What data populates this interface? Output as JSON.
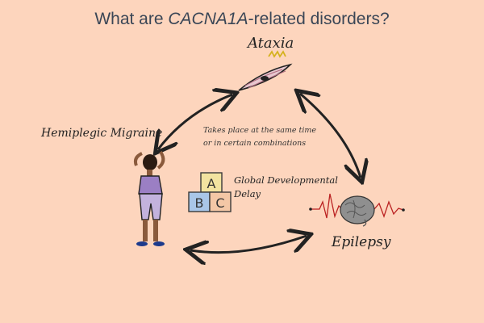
{
  "title": {
    "prefix": "What are ",
    "gene": "CACNA1A",
    "suffix": "-related disorders?"
  },
  "nodes": {
    "ataxia": "Ataxia",
    "hemiplegic_migraine": "Hemiplegic Migraine",
    "epilepsy": "Epilepsy",
    "global_developmental_delay_line1": "Global Developmental",
    "global_developmental_delay_line2": "Delay"
  },
  "note": {
    "line1": "Takes place at the same time",
    "line2": "or in certain combinations"
  },
  "blocks": {
    "a": "A",
    "b": "B",
    "c": "C"
  },
  "colors": {
    "background": "#fdd5bd",
    "title_text": "#3a4656",
    "shirt": "#9b7fc4",
    "pants": "#c3b2dd",
    "skin": "#8a5a3c",
    "muscle": "#e7c7cf",
    "brain": "#8f8f8f",
    "block_a": "#f2e3a0",
    "block_b": "#a9c6e8",
    "block_c": "#f3c7a6"
  }
}
